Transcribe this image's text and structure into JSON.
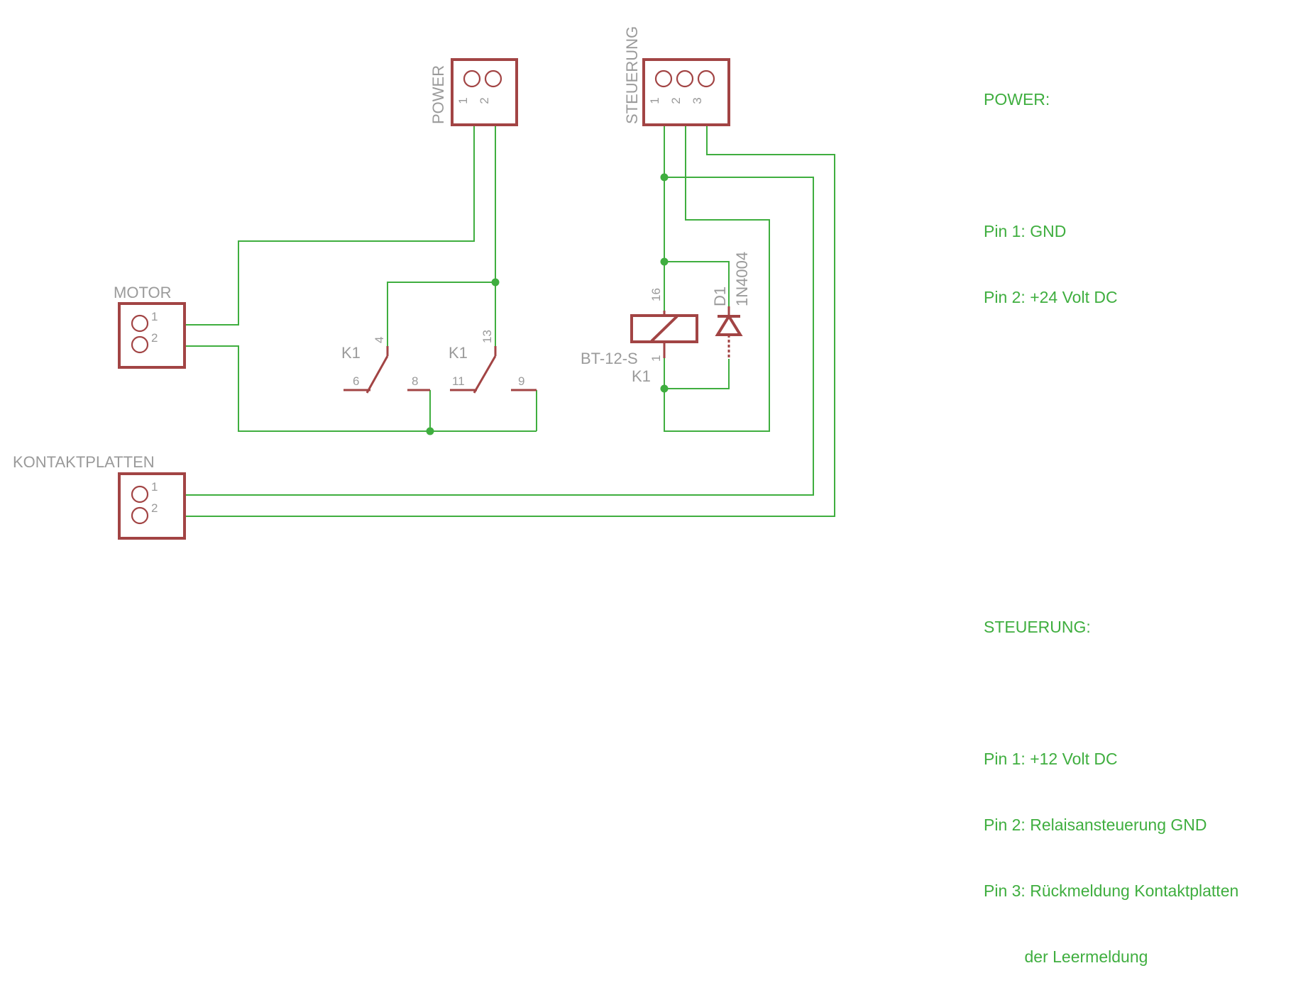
{
  "connectors": {
    "power": {
      "name": "POWER",
      "pins": [
        "1",
        "2"
      ]
    },
    "steuerung": {
      "name": "STEUERUNG",
      "pins": [
        "1",
        "2",
        "3"
      ]
    },
    "motor": {
      "name": "MOTOR",
      "pins": [
        "1",
        "2"
      ]
    },
    "kontaktplatten": {
      "name": "KONTAKTPLATTEN",
      "pins": [
        "1",
        "2"
      ]
    }
  },
  "switch_a": {
    "name": "K1",
    "pin_common": "4",
    "pin_nc": "6",
    "pin_no": "8"
  },
  "switch_b": {
    "name": "K1",
    "pin_common": "13",
    "pin_nc": "11",
    "pin_no": "9"
  },
  "relay": {
    "name": "K1",
    "value": "BT-12-S",
    "pin_top": "16",
    "pin_bottom": "1"
  },
  "diode": {
    "name": "D1",
    "value": "1N4004"
  },
  "notes": {
    "power_title": "POWER:",
    "power_pin1": "Pin 1: GND",
    "power_pin2": "Pin 2: +24 Volt DC",
    "steuerung_title": "STEUERUNG:",
    "steuerung_pin1": "Pin 1: +12 Volt DC",
    "steuerung_pin2": "Pin 2: Relaisansteuerung GND",
    "steuerung_pin3": "Pin 3: Rückmeldung Kontaktplatten",
    "steuerung_pin3_cont": "         der Leermeldung"
  }
}
